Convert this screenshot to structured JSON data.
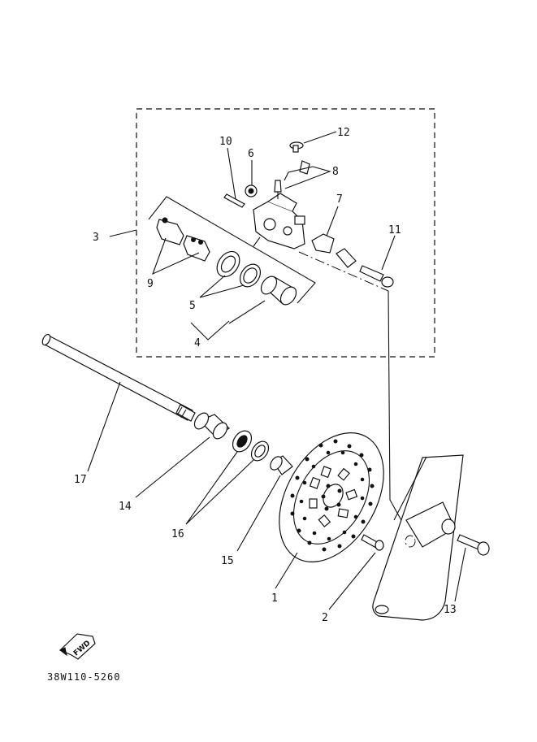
{
  "diagram": {
    "labels": {
      "p1": "1",
      "p2": "2",
      "p3": "3",
      "p4": "4",
      "p5": "5",
      "p6": "6",
      "p7": "7",
      "p8": "8",
      "p9": "9",
      "p10": "10",
      "p11": "11",
      "p12": "12",
      "p13": "13",
      "p14": "14",
      "p15": "15",
      "p16": "16",
      "p17": "17"
    },
    "fwd_label": "FWD",
    "drawing_code": "38W110-5260"
  }
}
